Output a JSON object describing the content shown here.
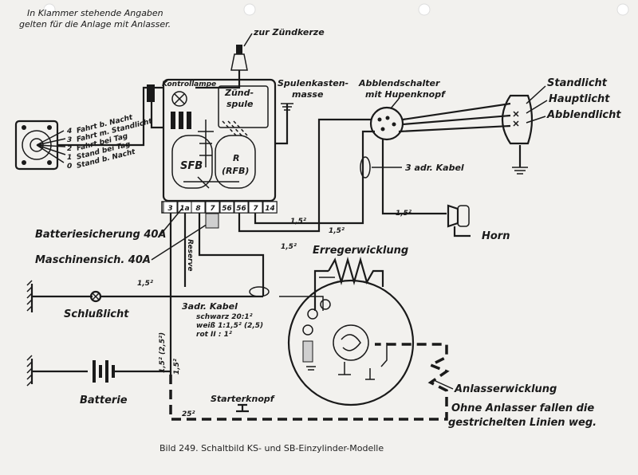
{
  "header_note": [
    "In Klammer stehende Angaben",
    "gelten für die Anlage mit Anlasser."
  ],
  "labels": {
    "zuendkerze": "zur Zündkerze",
    "kontrollampe": "Kontrollampe",
    "zuendspule": [
      "Zünd-",
      "spule"
    ],
    "spulenkasten": [
      "Spulenkasten-",
      "masse"
    ],
    "abblendschalter": [
      "Abblendschalter",
      "mit Hupenknopf"
    ],
    "standlicht": "Standlicht",
    "hauptlicht": "Hauptlicht",
    "abblendlicht": "Abblendlicht",
    "kabel_3adr_top": "3 adr. Kabel",
    "horn": "Horn",
    "sfb": "SFB",
    "rfb": [
      "R",
      "(RFB)"
    ],
    "batteriesicherung": "Batteriesicherung 40A",
    "maschinensicherung": "Maschinensich. 40A",
    "reserve": "Reserve",
    "erregerwicklung": "Erregerwicklung",
    "schlusslicht": "Schlußlicht",
    "kabel_3adr": "3adr. Kabel",
    "kabel_spec": [
      "schwarz 20:1²",
      "weiß 1:1,5² (2,5)",
      "rot II : 1²"
    ],
    "batterie": "Batterie",
    "starterknopf": "Starterknopf",
    "anlasserwicklung": "Anlasserwicklung",
    "anlasser_note": [
      "Ohne Anlasser fallen die",
      "gestrichelten Linien weg."
    ],
    "wire_15_a": "1,5²",
    "wire_15_b": "1,5²",
    "wire_15_c": "1,5²",
    "wire_15_d": "1,5²",
    "wire_15_e": "1,5²",
    "wire_15_vertical": "1,5² (2,5²)",
    "wire_15_vertical2": "1,5²",
    "wire_25": "25²"
  },
  "switch_positions": [
    "Fahrt b. Nacht",
    "Fahrt m. Standlicht",
    "Fahrt bei Tag",
    "Stand bei Tag",
    "Stand b. Nacht"
  ],
  "switch_numbers": [
    "4",
    "3",
    "2",
    "1",
    "0"
  ],
  "terminals": [
    "3",
    "1a",
    "8",
    "7",
    "56",
    "56",
    "7",
    "14"
  ],
  "caption": "Bild 249.   Schaltbild KS- und SB-Einzylinder-Modelle"
}
